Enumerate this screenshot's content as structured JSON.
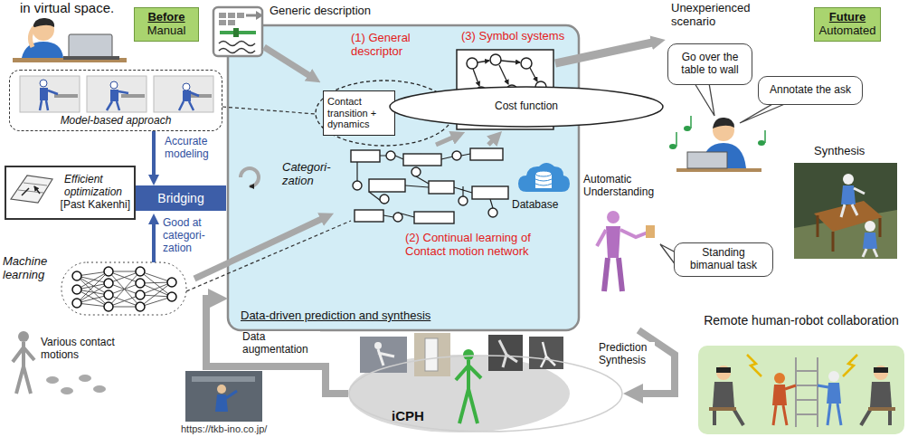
{
  "diagram": {
    "nodes": [
      {
        "text": [
          "Before",
          "Manual"
        ]
      },
      {
        "text": [
          "Model-based approach"
        ]
      },
      {
        "text": [
          "Efficient optimization",
          "[Past Kakenhi]"
        ]
      },
      {
        "text": [
          "Bridging"
        ]
      },
      {
        "text": [
          "Data-driven prediction and synthesis"
        ]
      },
      {
        "text": [
          "Contact transition + dynamics"
        ],
        "in": 4
      },
      {
        "text": [
          "Cost function"
        ],
        "in": 4
      },
      {
        "text": [
          "Future",
          "Automated"
        ]
      },
      {
        "text": [
          "Go over the table to wall"
        ]
      },
      {
        "text": [
          "Annotate the ask"
        ]
      },
      {
        "text": [
          "Standing bimanual task"
        ]
      },
      {
        "text": [
          "iCPH"
        ]
      },
      {
        "text": [
          "Remote human-robot collaboration"
        ]
      }
    ],
    "edges": [
      {
        "from": 1,
        "to": 3,
        "arrow": "to"
      },
      {
        "from": 4,
        "to": 11,
        "label": "Prediction Synthesis",
        "arrow": "to"
      },
      {
        "from": 11,
        "to": 4,
        "label": "Data augmentation",
        "arrow": "to"
      }
    ],
    "labels": [
      "in virtual space.",
      "Generic description",
      "(1) General descriptor",
      "(3) Symbol systems",
      "Categori- zation",
      "Database",
      "(2) Continual learning of Contact motion network",
      "Accurate modeling",
      "Good at categori- zation",
      "Machine learning",
      "Various contact motions",
      "https://tkb-ino.co.jp/",
      "Unexperienced scenario",
      "Synthesis",
      "Automatic Understanding"
    ]
  }
}
